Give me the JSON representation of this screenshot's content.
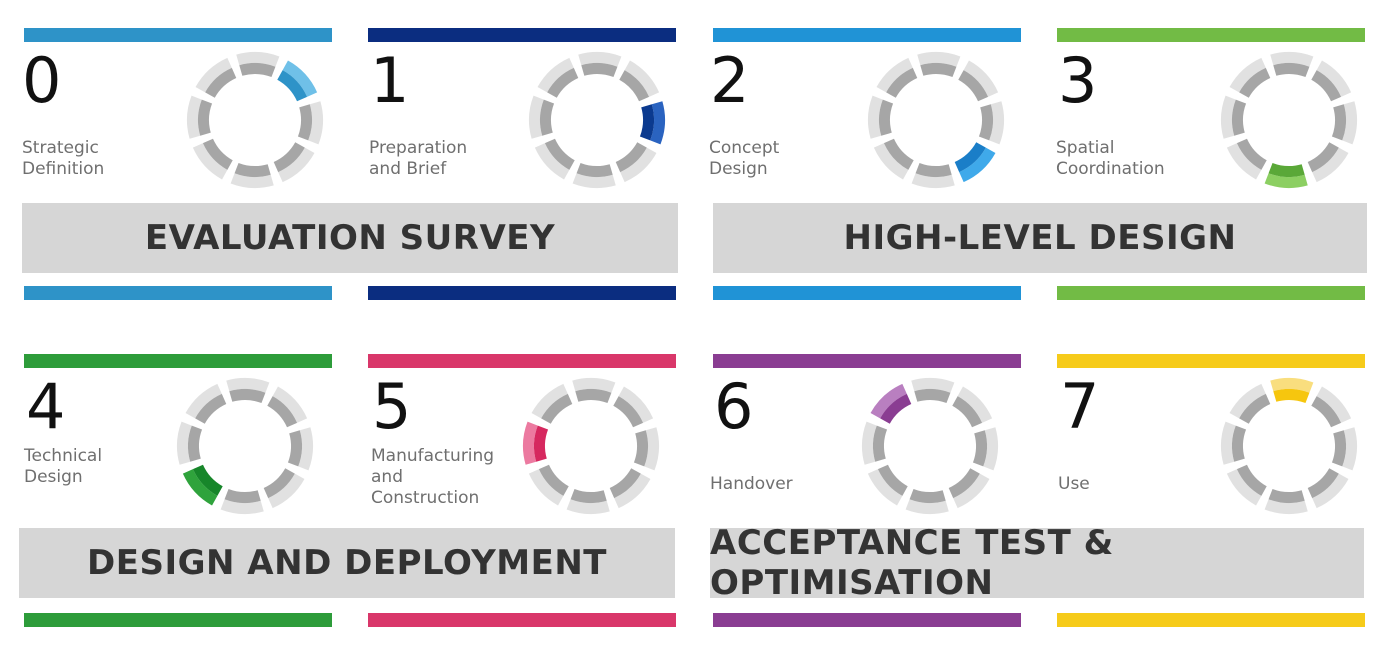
{
  "colors": {
    "ring_light": "#e1e1e1",
    "ring_dark": "#a6a6a6",
    "banner_bg": "#d6d6d6",
    "banner_text": "#333333"
  },
  "stages": [
    {
      "number": "0",
      "label": "Strategic\nDefinition",
      "color": "#2e93c8",
      "color_dark": "#2e93c8",
      "color_light": "#6fc0e8",
      "active_segment": 1
    },
    {
      "number": "1",
      "label": "Preparation\nand Brief",
      "color": "#0b2d80",
      "color_dark": "#0b3a8f",
      "color_light": "#2a63c0",
      "active_segment": 2
    },
    {
      "number": "2",
      "label": "Concept\nDesign",
      "color": "#2093d6",
      "color_dark": "#1a7ec8",
      "color_light": "#3fa9ea",
      "active_segment": 3
    },
    {
      "number": "3",
      "label": "Spatial\nCoordination",
      "color": "#72bb45",
      "color_dark": "#5aa838",
      "color_light": "#8ccf62",
      "active_segment": 4
    },
    {
      "number": "4",
      "label": "Technical\nDesign",
      "color": "#2d9c3a",
      "color_dark": "#17862a",
      "color_light": "#2fa33c",
      "active_segment": 5
    },
    {
      "number": "5",
      "label": "Manufacturing\nand Construction",
      "color": "#d9376a",
      "color_dark": "#d6285f",
      "color_light": "#ec7aa0",
      "active_segment": 6
    },
    {
      "number": "6",
      "label": "Handover",
      "color": "#8a3d92",
      "color_dark": "#8a3d92",
      "color_light": "#b97fc0",
      "active_segment": 7
    },
    {
      "number": "7",
      "label": "Use",
      "color": "#f6cb1a",
      "color_dark": "#f6c60e",
      "color_light": "#f9de7e",
      "active_segment": 0
    }
  ],
  "banners": {
    "evaluation": "EVALUATION SURVEY",
    "high_level": "HIGH-LEVEL DESIGN",
    "deployment": "DESIGN AND DEPLOYMENT",
    "acceptance": "ACCEPTANCE TEST & OPTIMISATION"
  }
}
